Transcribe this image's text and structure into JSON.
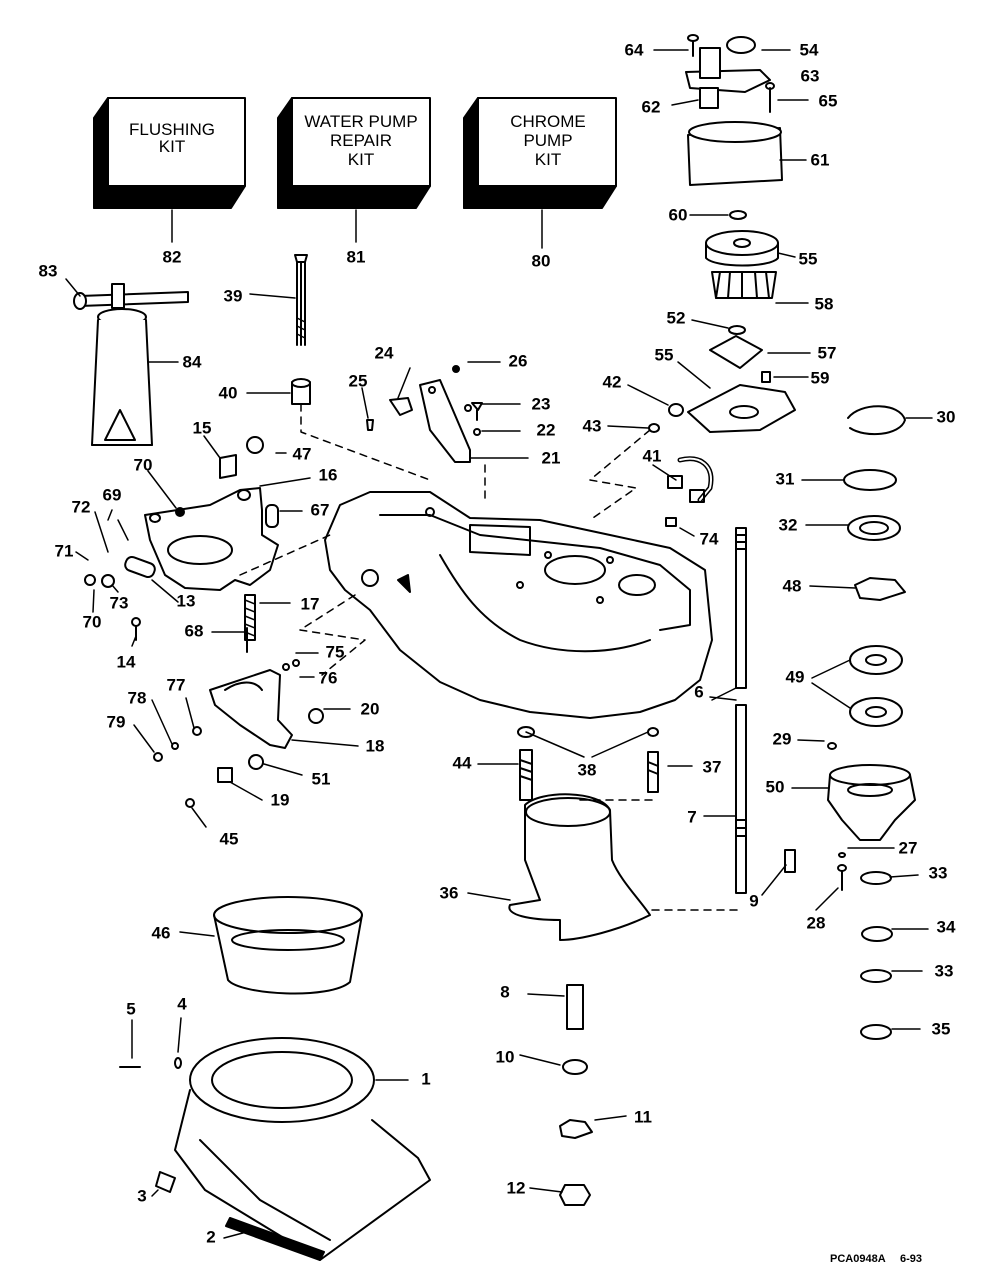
{
  "diagram": {
    "kits": [
      {
        "id": "flushing-kit",
        "lines": [
          "FLUSHING",
          "KIT"
        ],
        "callout": "82"
      },
      {
        "id": "water-pump-repair-kit",
        "lines": [
          "WATER PUMP",
          "REPAIR",
          "KIT"
        ],
        "callout": "81"
      },
      {
        "id": "chrome-pump-kit",
        "lines": [
          "CHROME",
          "PUMP",
          "KIT"
        ],
        "callout": "80"
      }
    ],
    "callouts": [
      "1",
      "2",
      "3",
      "4",
      "5",
      "6",
      "7",
      "8",
      "9",
      "10",
      "11",
      "12",
      "13",
      "14",
      "15",
      "16",
      "17",
      "18",
      "19",
      "20",
      "21",
      "22",
      "23",
      "24",
      "25",
      "26",
      "27",
      "28",
      "29",
      "30",
      "31",
      "32",
      "33",
      "33",
      "34",
      "35",
      "36",
      "37",
      "38",
      "39",
      "40",
      "41",
      "42",
      "43",
      "44",
      "45",
      "46",
      "47",
      "48",
      "49",
      "50",
      "51",
      "52",
      "54",
      "55",
      "55",
      "57",
      "58",
      "59",
      "60",
      "61",
      "62",
      "63",
      "64",
      "65",
      "67",
      "68",
      "69",
      "70",
      "70",
      "71",
      "72",
      "73",
      "74",
      "75",
      "76",
      "77",
      "78",
      "79",
      "80",
      "81",
      "82",
      "83",
      "84"
    ],
    "footer": {
      "reference": "PCA0948A",
      "date": "6-93"
    }
  }
}
